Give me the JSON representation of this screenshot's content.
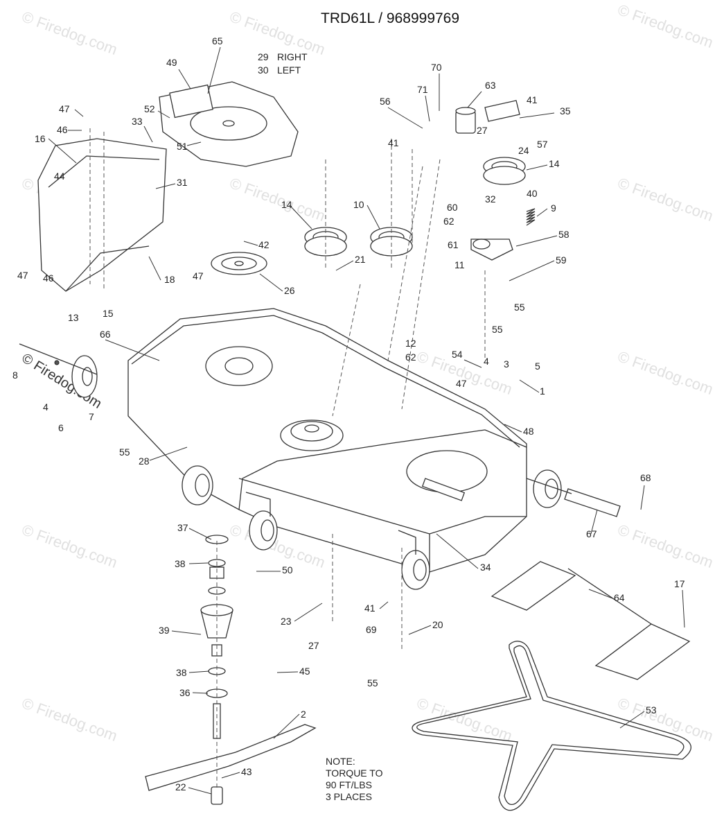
{
  "title": "TRD61L / 968999769",
  "watermark": {
    "text": "© Firedog.com",
    "main_text": "© Firedog.com"
  },
  "note": {
    "line1": "NOTE:",
    "line2": "TORQUE TO",
    "line3": "90 FT/LBS",
    "line4": "3 PLACES"
  },
  "side_labels": {
    "right_num": "29",
    "right_text": "RIGHT",
    "left_num": "30",
    "left_text": "LEFT"
  },
  "callouts": [
    "65",
    "49",
    "52",
    "51",
    "70",
    "71",
    "63",
    "41",
    "35",
    "56",
    "27",
    "57",
    "24",
    "14",
    "47",
    "46",
    "16",
    "33",
    "44",
    "31",
    "47",
    "46",
    "18",
    "13",
    "15",
    "41",
    "14",
    "10",
    "21",
    "42",
    "47",
    "26",
    "32",
    "40",
    "9",
    "60",
    "62",
    "58",
    "61",
    "11",
    "59",
    "8",
    "4",
    "6",
    "7",
    "66",
    "55",
    "28",
    "12",
    "62",
    "54",
    "4",
    "3",
    "55",
    "5",
    "55",
    "1",
    "47",
    "48",
    "68",
    "67",
    "37",
    "38",
    "50",
    "34",
    "17",
    "64",
    "39",
    "23",
    "41",
    "69",
    "20",
    "27",
    "45",
    "38",
    "36",
    "55",
    "53",
    "2",
    "43",
    "22"
  ]
}
